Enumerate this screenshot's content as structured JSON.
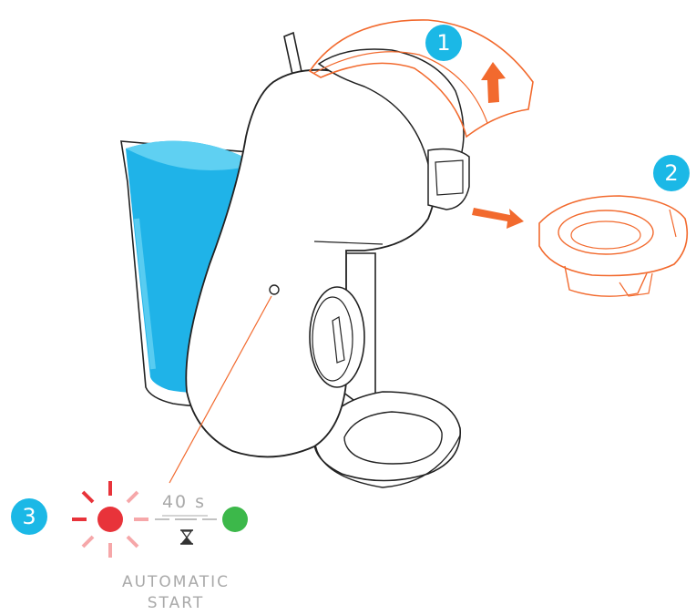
{
  "steps": {
    "step1": {
      "number": "1"
    },
    "step2": {
      "number": "2"
    },
    "step3": {
      "number": "3"
    }
  },
  "indicator": {
    "timer": "40 s",
    "caption_line1": "AUTOMATIC",
    "caption_line2": "START",
    "hourglass_icon": "hourglass-icon",
    "blinking_light_color": "#e8333a",
    "ready_light_color": "#3cb84a"
  },
  "colors": {
    "accent_orange": "#f26a2e",
    "badge_blue": "#1bb8e6",
    "water_blue": "#1fb3e8",
    "outline": "#222222",
    "text_grey": "#a9a9a9"
  }
}
